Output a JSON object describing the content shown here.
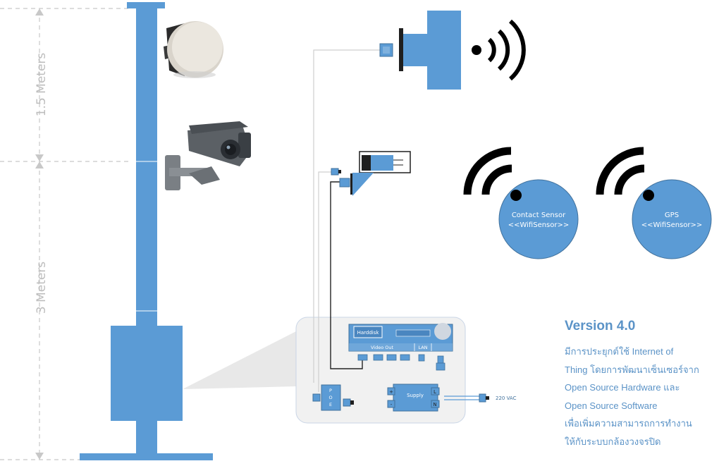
{
  "dimensions": {
    "upper": "1.5  Meters",
    "lower": "3  Meters"
  },
  "cabinet": {
    "harddisk": "Harddisk",
    "video_out": "Video Out",
    "lan": "LAN",
    "poe_p": "P",
    "poe_o": "O",
    "poe_e": "E",
    "supply": "Supply",
    "supply_l": "L",
    "supply_n": "N",
    "plus": "+",
    "minus": "-",
    "mains": "220 VAC"
  },
  "sensors": [
    {
      "name": "Contact Sensor",
      "type": "<<WifiSensor>>"
    },
    {
      "name": "GPS",
      "type": "<<WifiSensor>>"
    }
  ],
  "version": {
    "title": "Version 4.0",
    "lines": [
      "มีการประยุกต์ใช้ Internet of",
      "Thing โดยการพัฒนาเซ็นเซอร์จาก",
      "Open Source Hardware และ",
      "Open Source Software",
      "เพื่อเพิ่มความสามารถการทำงาน",
      "ให้กับระบบกล้องวงจรปิด"
    ]
  },
  "colors": {
    "blue": "#5b9bd5",
    "dark_blue": "#41719c",
    "dim_line": "#bfbfbf",
    "text_blue": "#5b93c7"
  }
}
